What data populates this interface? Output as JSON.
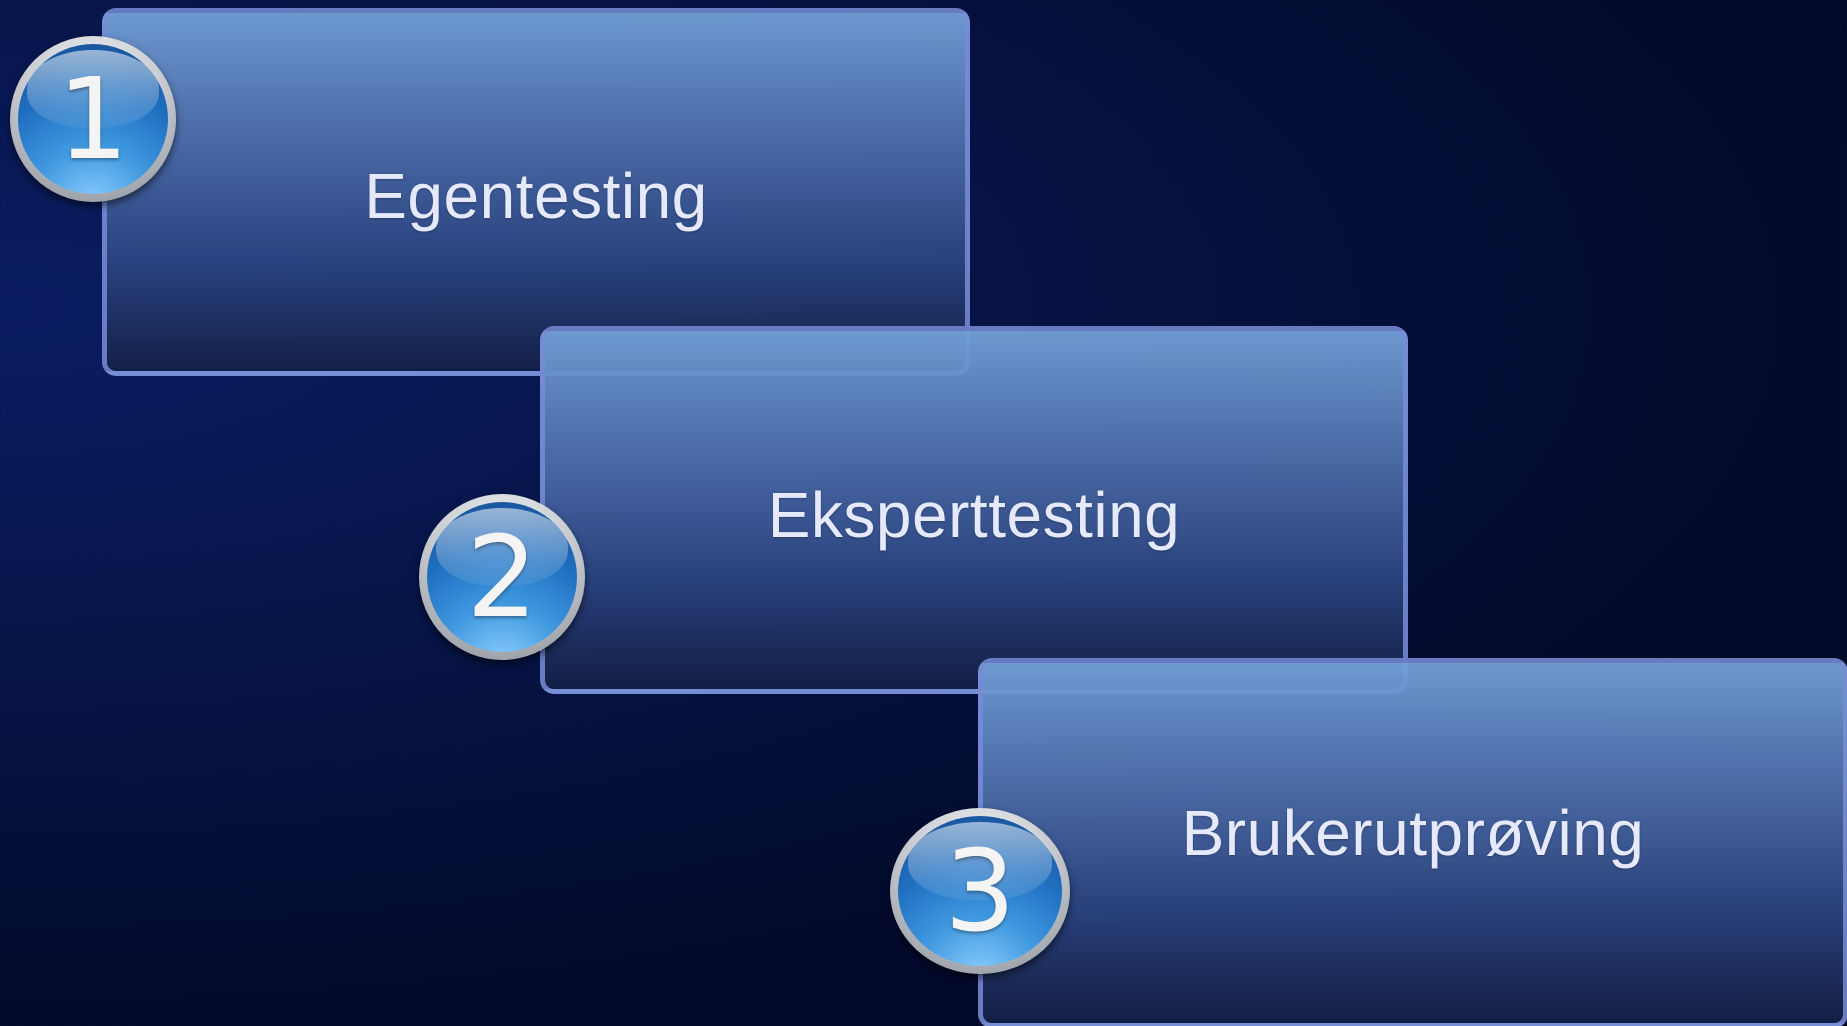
{
  "steps": [
    {
      "number": "1",
      "label": "Egentesting"
    },
    {
      "number": "2",
      "label": "Eksperttesting"
    },
    {
      "number": "3",
      "label": "Brukerutprøving"
    }
  ],
  "colors": {
    "background": "#061446",
    "box_top": "#73a0d7",
    "box_bottom": "#142046",
    "box_border": "#788cd7",
    "badge_blue": "#2f86d2",
    "badge_rim": "#bfc3c9",
    "label_text": "#e6e9fb"
  }
}
